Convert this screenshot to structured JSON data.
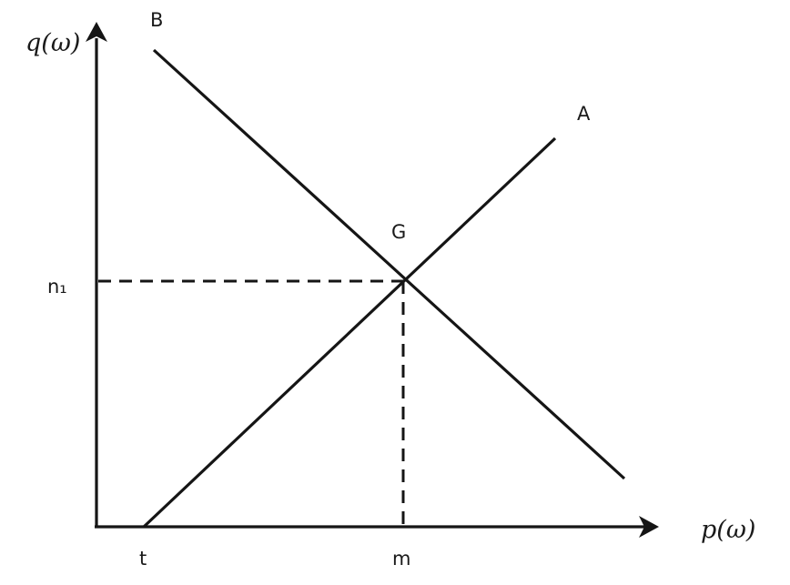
{
  "axes": {
    "y_label": "q(ω)",
    "x_label": "p(ω)"
  },
  "lines": {
    "B": {
      "label": "B"
    },
    "A": {
      "label": "A"
    }
  },
  "intersection": {
    "label": "G"
  },
  "y_tick": {
    "label": "n₁"
  },
  "x_ticks": {
    "t": {
      "label": "t"
    },
    "m": {
      "label": "m"
    }
  }
}
